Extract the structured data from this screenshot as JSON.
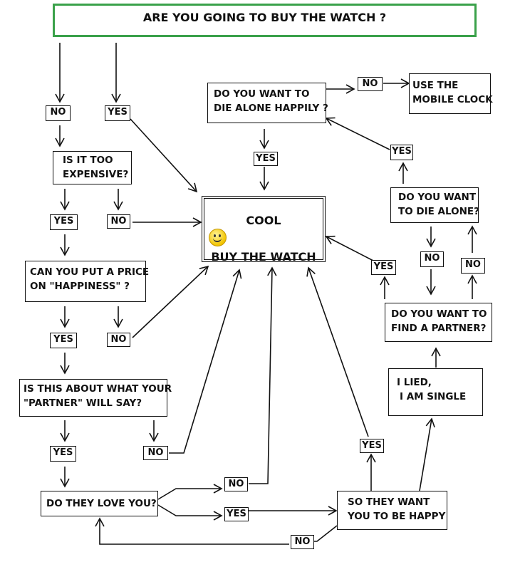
{
  "nodes": {
    "title": "ARE YOU GOING TO BUY THE WATCH ?",
    "die_alone_happily": [
      "DO YOU WANT TO",
      "DIE ALONE HAPPILY ?"
    ],
    "mobile_clock": [
      "USE THE",
      "MOBILE CLOCK"
    ],
    "too_expensive": [
      "IS IT TOO",
      "EXPENSIVE?"
    ],
    "cool": [
      "COOL",
      "BUY THE WATCH"
    ],
    "die_alone": [
      "DO YOU WANT",
      "TO DIE ALONE?"
    ],
    "price_happiness": [
      "CAN YOU PUT A PRICE",
      "ON  \"HAPPINESS\" ?"
    ],
    "find_partner": [
      "DO YOU WANT TO",
      "FIND A PARTNER?"
    ],
    "partner_say": [
      "IS THIS ABOUT WHAT YOUR",
      "\"PARTNER\" WILL SAY?"
    ],
    "i_lied": [
      "I LIED,",
      "I AM SINGLE"
    ],
    "love_you": "DO THEY LOVE YOU?",
    "want_happy": [
      "SO THEY WANT",
      "YOU TO BE HAPPY"
    ]
  },
  "labels": {
    "no": "NO",
    "yes": "YES"
  },
  "icons": {
    "smiley": "smiley-face-icon"
  }
}
